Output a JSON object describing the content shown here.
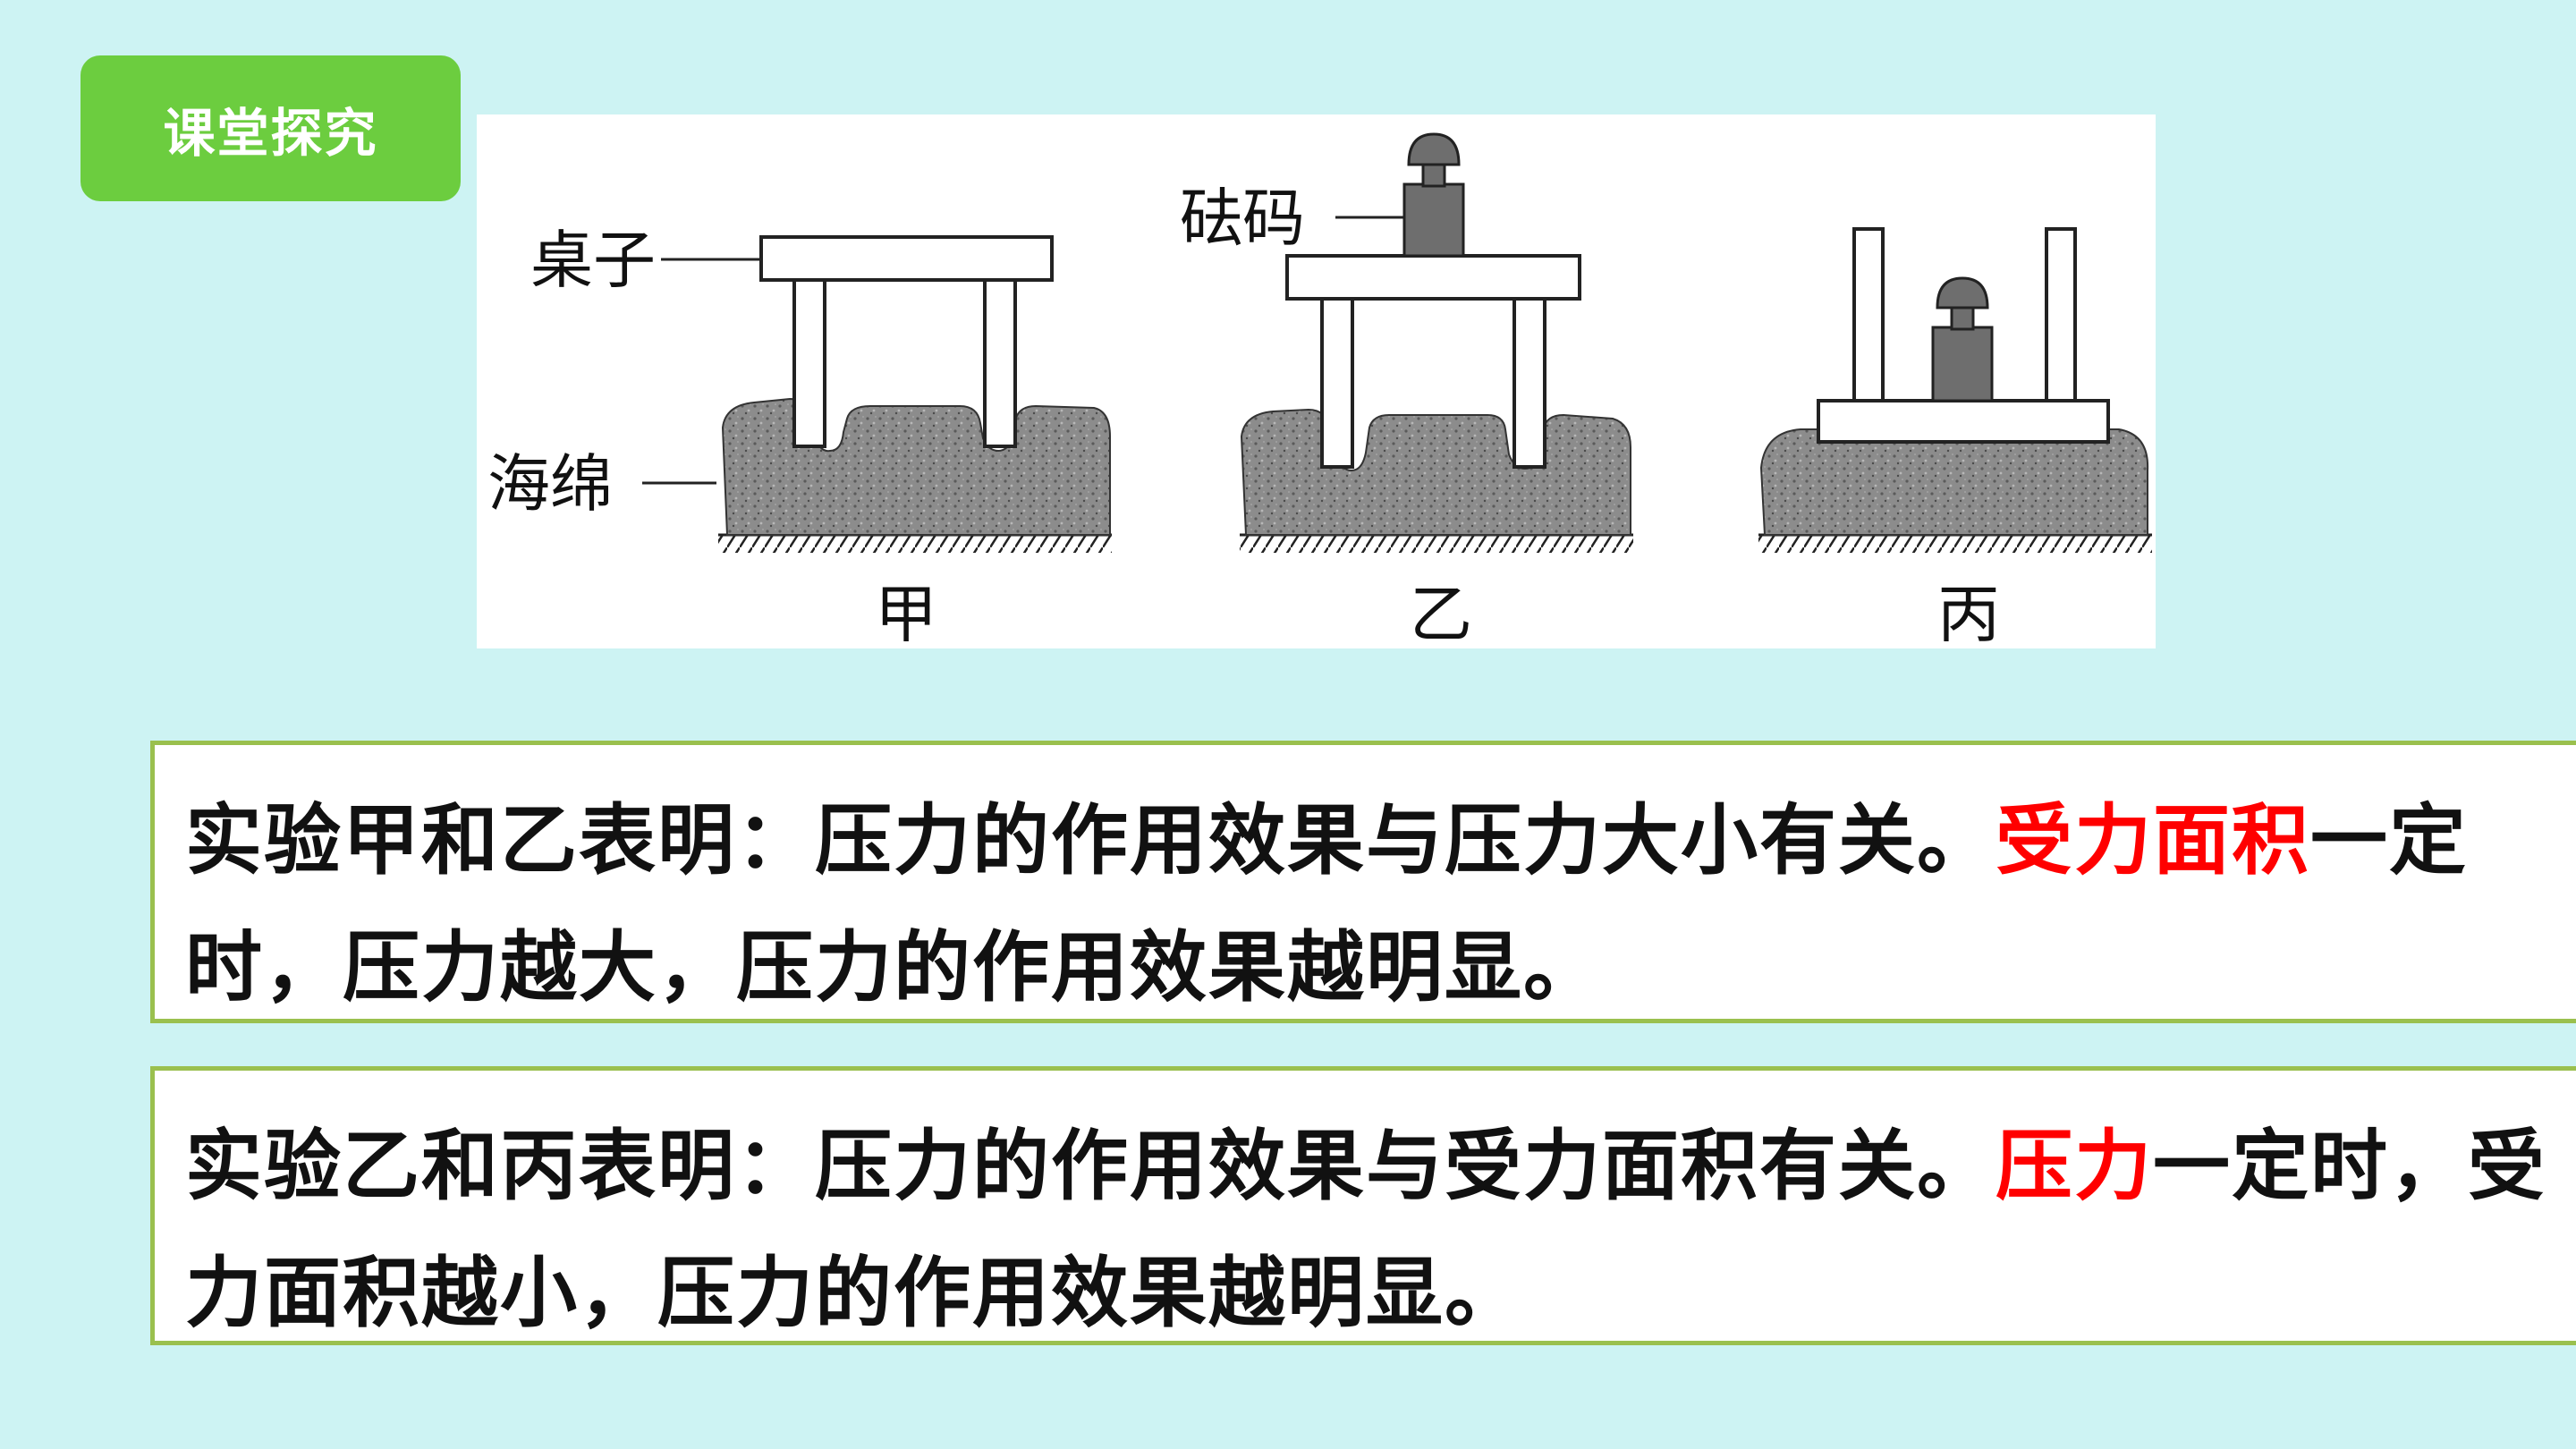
{
  "header": {
    "tag_label": "课堂探究"
  },
  "figure": {
    "labels": {
      "table": "桌子",
      "sponge": "海绵",
      "weight": "砝码",
      "case_a": "甲",
      "case_b": "乙",
      "case_c": "丙"
    }
  },
  "conclusions": [
    {
      "before": "实验甲和乙表明：压力的作用效果与压力大小有关。",
      "highlight": "受力面积",
      "after": "一定时，压力越大，压力的作用效果越明显。"
    },
    {
      "before": "实验乙和丙表明：压力的作用效果与受力面积有关。",
      "highlight": "压力",
      "after": "一定时，受力面积越小，压力的作用效果越明显。"
    }
  ],
  "colors": {
    "background": "#cdf3f3",
    "tag": "#6ccd3f",
    "box_border": "#9ac04e",
    "highlight": "#ff0000",
    "sponge": "#8a8a8a"
  }
}
